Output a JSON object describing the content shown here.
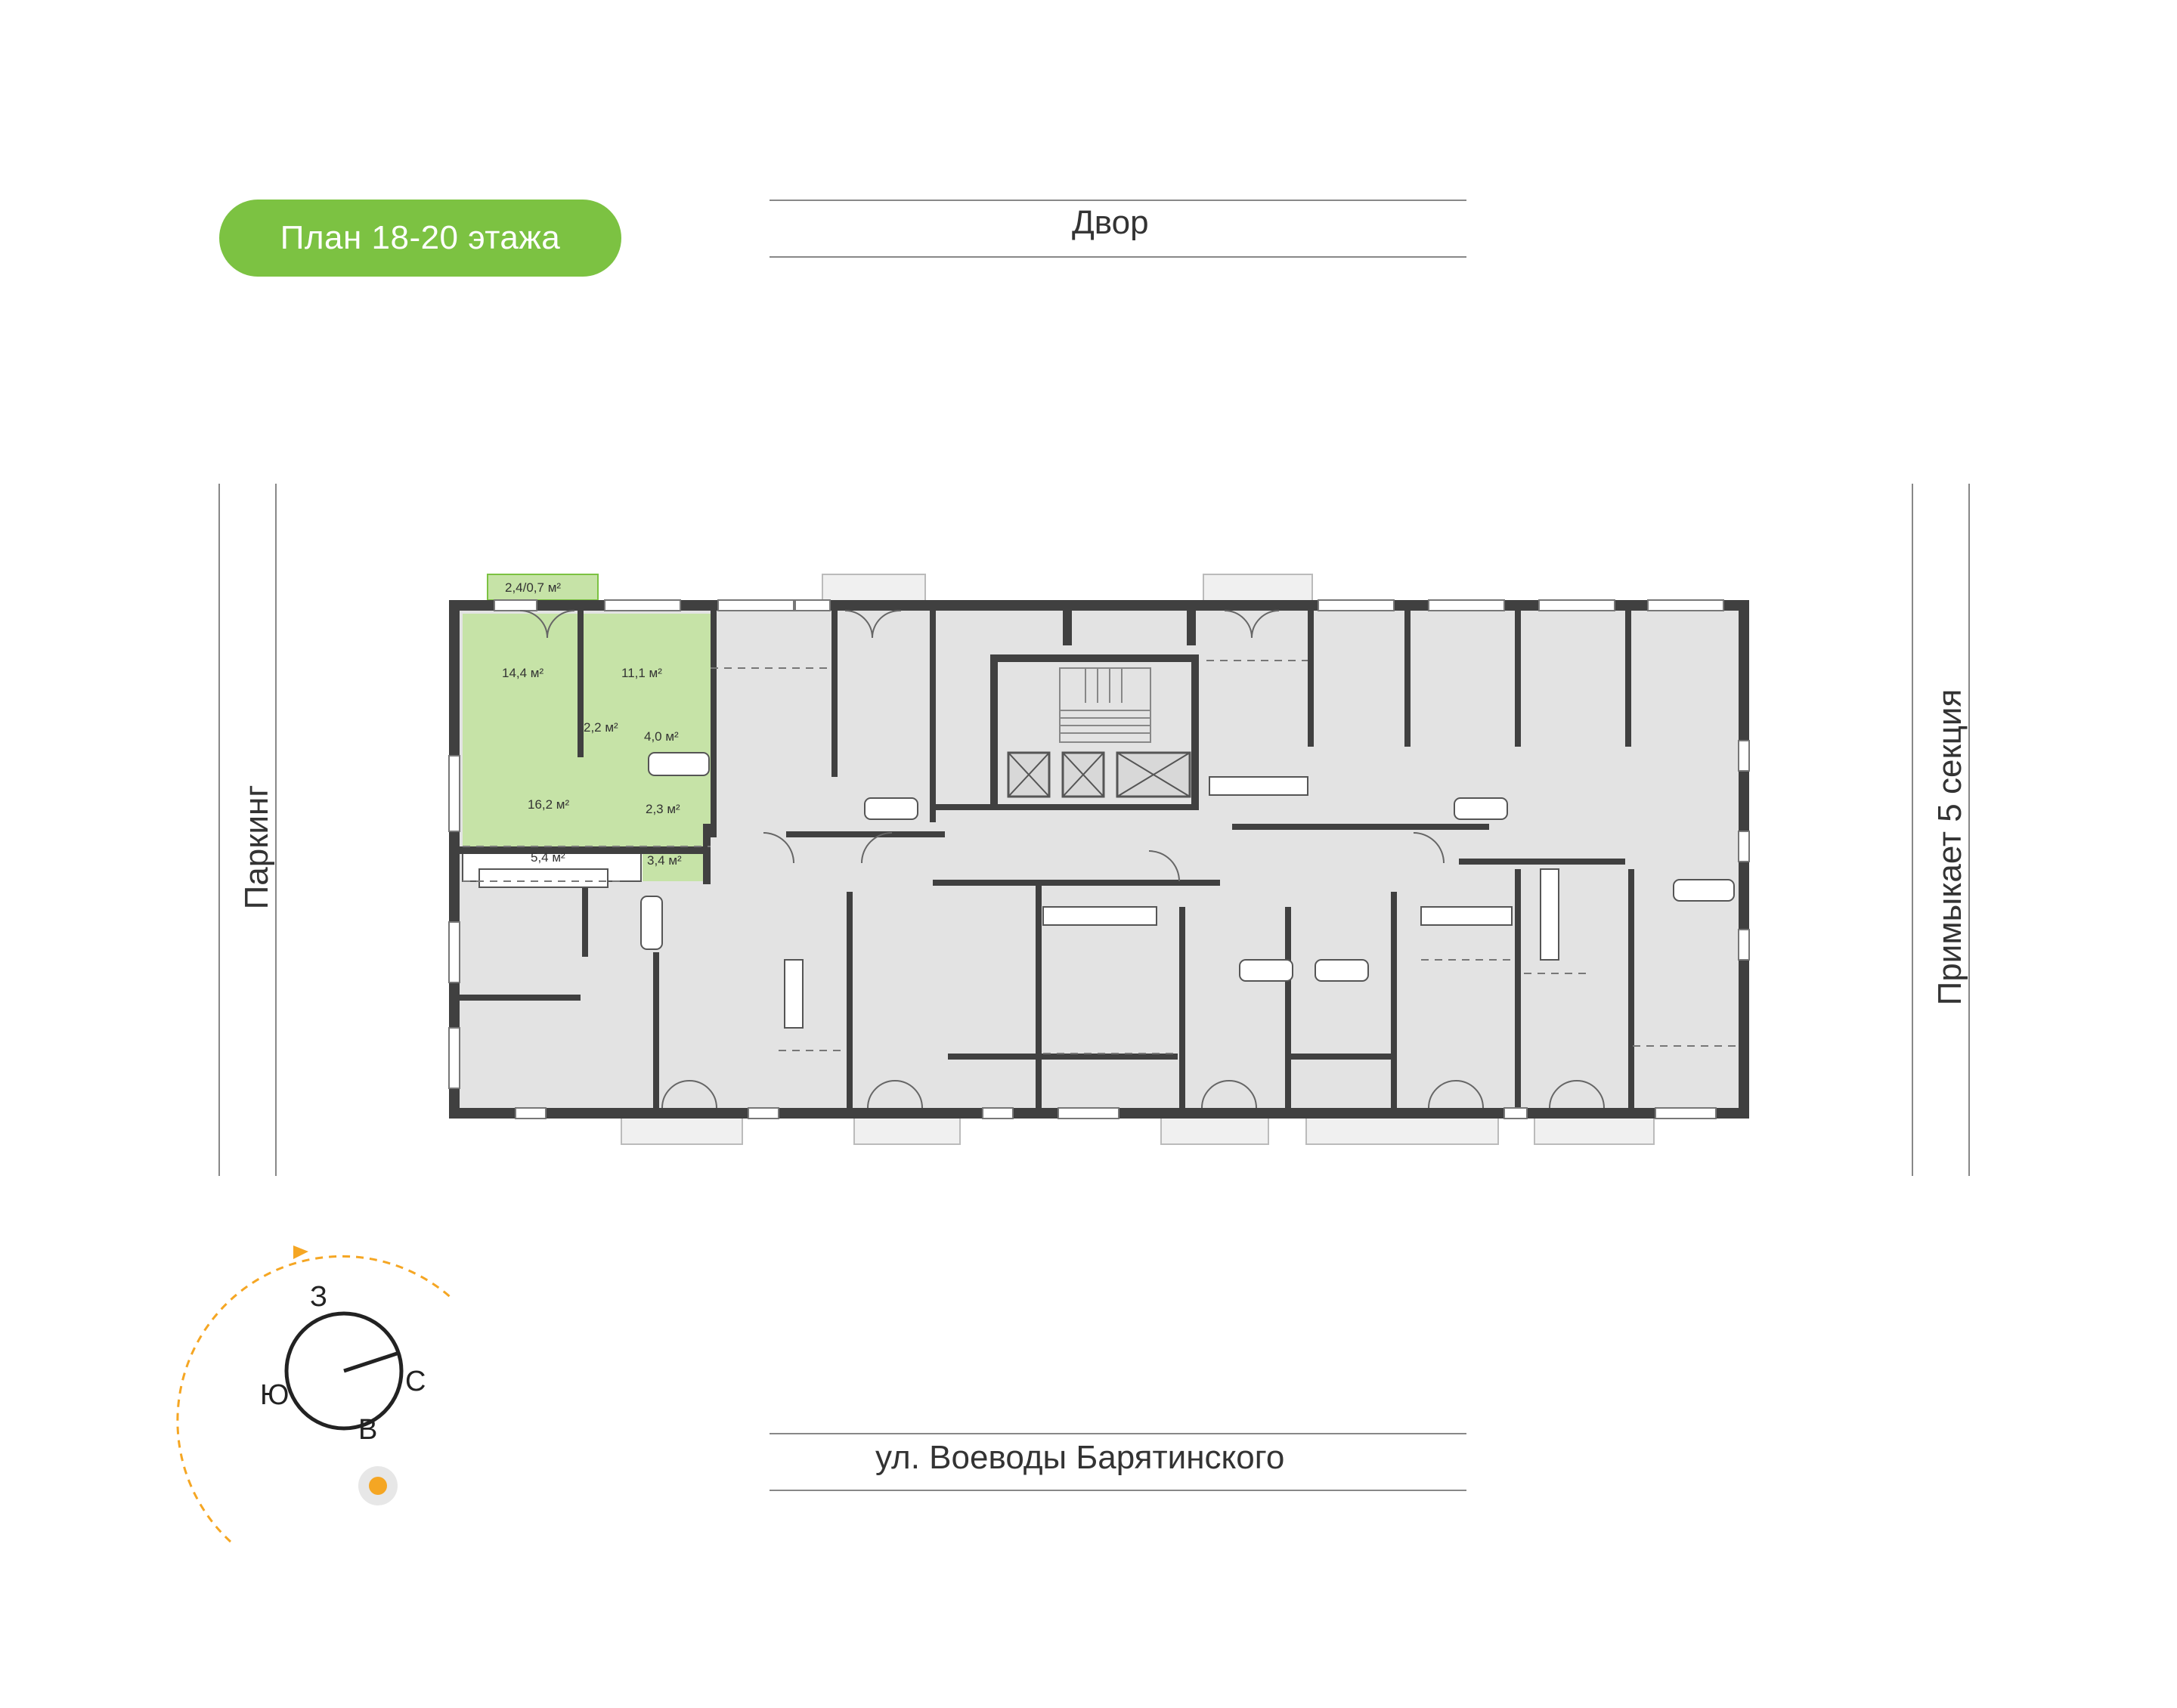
{
  "plan_title": "План 18-20 этажа",
  "sides": {
    "top": "Двор",
    "bottom": "ул. Воеводы Барятинского",
    "left": "Паркинг",
    "right": "Примыкает 5 секция"
  },
  "compass": {
    "north": "С",
    "south": "Ю",
    "east": "В",
    "west": "З"
  },
  "highlight_color": "#7cc242",
  "highlighted_apartment_areas": {
    "balcony": "2,4/0,7 м²",
    "room_1": "14,4 м²",
    "room_2": "11,1 м²",
    "hall": "2,2 м²",
    "bathroom": "4,0 м²",
    "living_room": "16,2 м²",
    "wc": "2,3 м²",
    "kitchen": "5,4 м²",
    "corridor": "3,4 м²"
  }
}
